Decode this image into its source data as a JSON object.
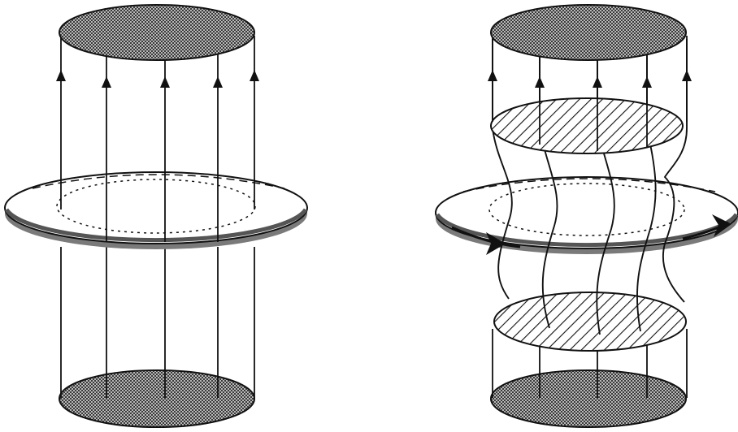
{
  "figure": {
    "panels": [
      {
        "id": "left",
        "state": "untwisted",
        "field_line_count": 5
      },
      {
        "id": "right",
        "state": "twisted",
        "field_line_count": 5
      }
    ],
    "colors": {
      "ink": "#111111",
      "plate_fill": "#9a9a9a",
      "disk_fill": "#ffffff",
      "disk_shadow": "#777777",
      "background": "#ffffff"
    },
    "icons": [
      "arrowhead-icon",
      "flow-arrow-icon"
    ]
  }
}
